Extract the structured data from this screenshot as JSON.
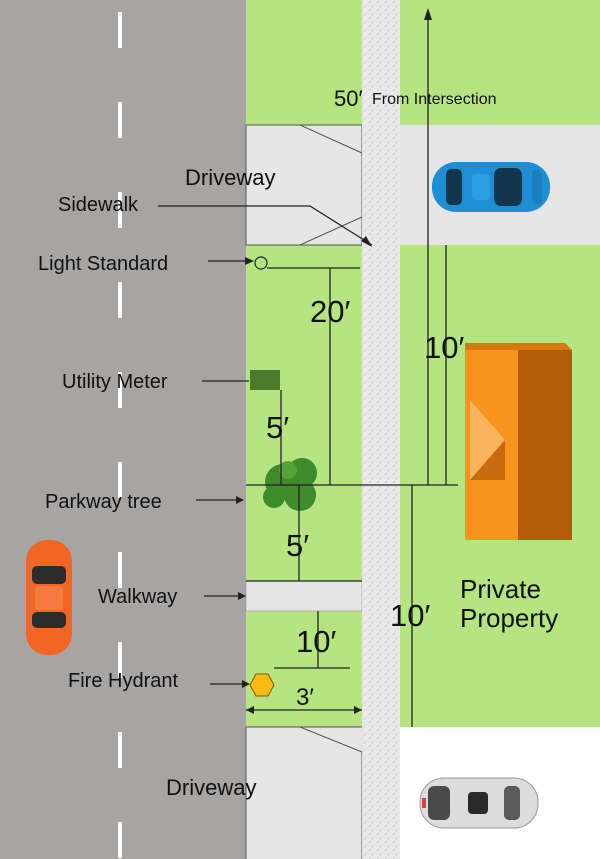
{
  "labels": {
    "driveway_top": "Driveway",
    "sidewalk": "Sidewalk",
    "light_standard": "Light Standard",
    "utility_meter": "Utility Meter",
    "parkway_tree": "Parkway tree",
    "walkway": "Walkway",
    "fire_hydrant": "Fire Hydrant",
    "driveway_bottom": "Driveway",
    "private_property_line1": "Private",
    "private_property_line2": "Property"
  },
  "measurements": {
    "from_intersection_value": "50′",
    "from_intersection_text": "From Intersection",
    "light_to_meter": "20′",
    "meter_to_tree": "5′",
    "tree_to_walkway": "5′",
    "walkway_to_hydrant": "10′",
    "hydrant_to_sidewalk": "3′",
    "driveway_to_tree": "10′",
    "tree_to_driveway": "10′"
  },
  "colors": {
    "road": "#a7a5a4",
    "grass": "#b5e480",
    "driveway": "#e6e6e6",
    "sidewalk": "#e9e9e9",
    "house_light": "#f7941d",
    "house_dark": "#b35b06",
    "tree": "#3d8b2a",
    "meter": "#4d7a2c",
    "hydrant": "#fdb913",
    "car_blue": "#1e8fd6",
    "car_orange": "#f26522",
    "car_white": "#dcdcdc"
  }
}
